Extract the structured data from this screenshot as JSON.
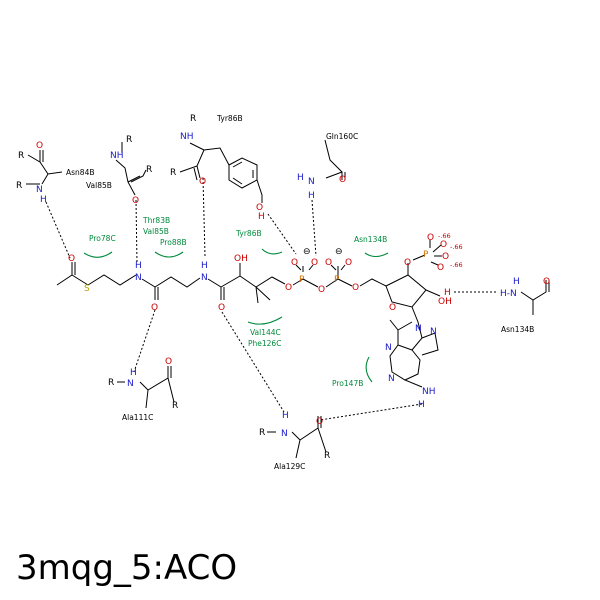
{
  "title": "3mqg_5:ACO",
  "colors": {
    "hydrophobic": "#008a3c",
    "oxygen": "#cc0000",
    "nitrogen": "#1a1acc",
    "bond": "#000000"
  },
  "atoms": {
    "R": "R",
    "N": "N",
    "H": "H",
    "O": "O",
    "S": "S",
    "P": "P",
    "NH": "NH",
    "OH": "OH",
    "HN": "H-N",
    "NH2": "NH",
    "charge": "⊖"
  },
  "residues": {
    "asn84b": "Asn84B",
    "val85b": "Val85B",
    "tyr86b_top": "Tyr86B",
    "gln160c": "Gln160C",
    "pro78c": "Pro78C",
    "thr83b": "Thr83B",
    "val85b_g": "Val85B",
    "pro88b": "Pro88B",
    "tyr86b_g": "Tyr86B",
    "asn134b_g": "Asn134B",
    "val144c": "Val144C",
    "phe126c": "Phe126C",
    "pro147b": "Pro147B",
    "ala111c": "Ala111C",
    "ala129c": "Ala129C",
    "asn134b": "Asn134B"
  },
  "charges": {
    "c1": "-.66",
    "c2": "-.66",
    "c3": "-.66"
  }
}
